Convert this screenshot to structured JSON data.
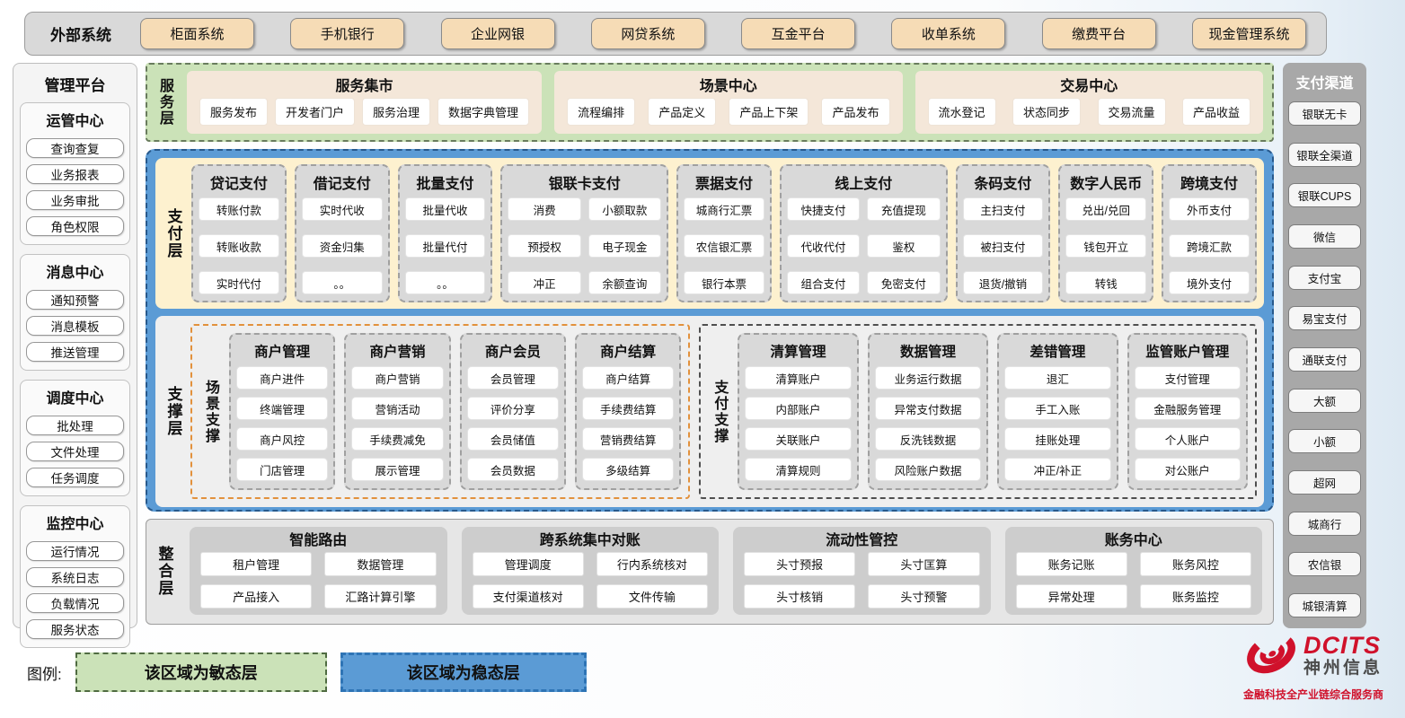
{
  "external_systems": {
    "title": "外部系统",
    "items": [
      "柜面系统",
      "手机银行",
      "企业网银",
      "网贷系统",
      "互金平台",
      "收单系统",
      "缴费平台",
      "现金管理系统"
    ]
  },
  "management_platform": {
    "title": "管理平台",
    "groups": [
      {
        "title": "运管中心",
        "items": [
          "查询查复",
          "业务报表",
          "业务审批",
          "角色权限"
        ]
      },
      {
        "title": "消息中心",
        "items": [
          "通知预警",
          "消息模板",
          "推送管理"
        ]
      },
      {
        "title": "调度中心",
        "items": [
          "批处理",
          "文件处理",
          "任务调度"
        ]
      },
      {
        "title": "监控中心",
        "items": [
          "运行情况",
          "系统日志",
          "负载情况",
          "服务状态"
        ]
      }
    ]
  },
  "service_layer": {
    "label": "服务层",
    "groups": [
      {
        "title": "服务集市",
        "items": [
          "服务发布",
          "开发者门户",
          "服务治理",
          "数据字典管理"
        ]
      },
      {
        "title": "场景中心",
        "items": [
          "流程编排",
          "产品定义",
          "产品上下架",
          "产品发布"
        ]
      },
      {
        "title": "交易中心",
        "items": [
          "流水登记",
          "状态同步",
          "交易流量",
          "产品收益"
        ]
      }
    ]
  },
  "payment_layer": {
    "label": "支付层",
    "groups": [
      {
        "title": "贷记支付",
        "cols": "1",
        "items": [
          "转账付款",
          "转账收款",
          "实时代付"
        ]
      },
      {
        "title": "借记支付",
        "cols": "1",
        "items": [
          "实时代收",
          "资金归集",
          "。。"
        ]
      },
      {
        "title": "批量支付",
        "cols": "1",
        "items": [
          "批量代收",
          "批量代付",
          "。。"
        ]
      },
      {
        "title": "银联卡支付",
        "cols": "2",
        "items": [
          "消费",
          "小额取款",
          "预授权",
          "电子现金",
          "冲正",
          "余额查询"
        ]
      },
      {
        "title": "票据支付",
        "cols": "1",
        "items": [
          "城商行汇票",
          "农信银汇票",
          "银行本票"
        ]
      },
      {
        "title": "线上支付",
        "cols": "2",
        "items": [
          "快捷支付",
          "充值提现",
          "代收代付",
          "鉴权",
          "组合支付",
          "免密支付"
        ]
      },
      {
        "title": "条码支付",
        "cols": "1",
        "items": [
          "主扫支付",
          "被扫支付",
          "退货/撤销"
        ]
      },
      {
        "title": "数字人民币",
        "cols": "1",
        "items": [
          "兑出/兑回",
          "钱包开立",
          "转钱"
        ]
      },
      {
        "title": "跨境支付",
        "cols": "1",
        "items": [
          "外币支付",
          "跨境汇款",
          "境外支付"
        ]
      }
    ]
  },
  "support_layer": {
    "label": "支撑层",
    "sections": [
      {
        "label": "场景支撑",
        "theme": "orange",
        "columns": [
          {
            "title": "商户管理",
            "items": [
              "商户进件",
              "终端管理",
              "商户风控",
              "门店管理"
            ]
          },
          {
            "title": "商户营销",
            "items": [
              "商户营销",
              "营销活动",
              "手续费减免",
              "展示管理"
            ]
          },
          {
            "title": "商户会员",
            "items": [
              "会员管理",
              "评价分享",
              "会员储值",
              "会员数据"
            ]
          },
          {
            "title": "商户结算",
            "items": [
              "商户结算",
              "手续费结算",
              "营销费结算",
              "多级结算"
            ]
          }
        ]
      },
      {
        "label": "支付支撑",
        "theme": "dark",
        "columns": [
          {
            "title": "清算管理",
            "items": [
              "清算账户",
              "内部账户",
              "关联账户",
              "清算规则"
            ]
          },
          {
            "title": "数据管理",
            "items": [
              "业务运行数据",
              "异常支付数据",
              "反洗钱数据",
              "风险账户数据"
            ]
          },
          {
            "title": "差错管理",
            "items": [
              "退汇",
              "手工入账",
              "挂账处理",
              "冲正/补正"
            ]
          },
          {
            "title": "监管账户管理",
            "items": [
              "支付管理",
              "金融服务管理",
              "个人账户",
              "对公账户"
            ]
          }
        ]
      }
    ]
  },
  "integration_layer": {
    "label": "整合层",
    "groups": [
      {
        "title": "智能路由",
        "items": [
          "租户管理",
          "数据管理",
          "产品接入",
          "汇路计算引擎"
        ]
      },
      {
        "title": "跨系统集中对账",
        "items": [
          "管理调度",
          "行内系统核对",
          "支付渠道核对",
          "文件传输"
        ]
      },
      {
        "title": "流动性管控",
        "items": [
          "头寸预报",
          "头寸匡算",
          "头寸核销",
          "头寸预警"
        ]
      },
      {
        "title": "账务中心",
        "items": [
          "账务记账",
          "账务风控",
          "异常处理",
          "账务监控"
        ]
      }
    ]
  },
  "payment_channels": {
    "title": "支付渠道",
    "items": [
      "银联无卡",
      "银联全渠道",
      "银联CUPS",
      "微信",
      "支付宝",
      "易宝支付",
      "通联支付",
      "大额",
      "小额",
      "超网",
      "城商行",
      "农信银",
      "城银清算"
    ]
  },
  "legend": {
    "label": "图例:",
    "agile_label": "该区域为敏态层",
    "stable_label": "该区域为稳态层"
  },
  "logo": {
    "brand": "DCITS",
    "company": "神州信息",
    "tagline": "金融科技全产业链综合服务商"
  },
  "colors": {
    "agile_green": "#cbe2b8",
    "stable_blue": "#5b9bd5",
    "accent_orange": "#e2913c",
    "panel_gray": "#d9d9d9",
    "brand_red": "#d0112b"
  }
}
